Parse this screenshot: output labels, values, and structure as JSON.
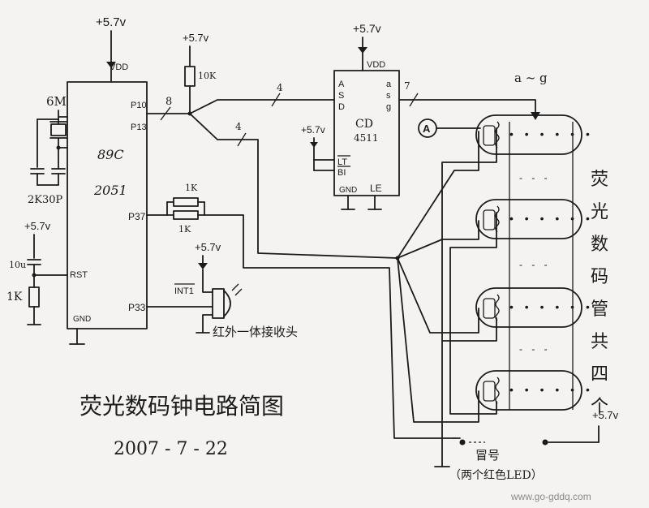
{
  "supply": {
    "mcu": "+5.7v",
    "pullup": "+5.7v",
    "decoder": "+5.7v",
    "reset": "+5.7v",
    "lt_bi": "+5.7v",
    "ir": "+5.7v",
    "colon": "+5.7v"
  },
  "mcu": {
    "vdd": "VDD",
    "name1": "89C",
    "name2": "2051",
    "p10": "P10",
    "p13": "P13",
    "p37": "P37",
    "int1": "INT1",
    "p33": "P33",
    "rst": "RST",
    "gnd": "GND",
    "bus_count": "8"
  },
  "crystal": {
    "freq": "6M",
    "caps": "2K30P"
  },
  "reset": {
    "cap": "10u",
    "res": "1K"
  },
  "pullup": {
    "value": "10K"
  },
  "resistors": {
    "r1": "1K",
    "r2": "1K"
  },
  "decoder": {
    "vdd": "VDD",
    "a": "A",
    "s": "S",
    "d": "D",
    "o_a": "a",
    "o_s": "s",
    "o_g": "g",
    "name1": "CD",
    "name2": "4511",
    "lt": "LT",
    "bi": "BI",
    "gnd": "GND",
    "le": "LE",
    "bus_in": "4",
    "bus_out": "7",
    "bus_mcu": "4"
  },
  "display": {
    "segments": "a ~ g",
    "node": "A",
    "vertical_label": [
      "荧",
      "光",
      "数",
      "码",
      "管",
      "共",
      "四",
      "个"
    ]
  },
  "ir": {
    "label": "红外一体接收头"
  },
  "colon": {
    "label": "冒号",
    "sublabel": "（两个红色LED）"
  },
  "title": "荧光数码钟电路简图",
  "date": "2007 - 7 - 22",
  "watermark": "www.go-gddq.com"
}
